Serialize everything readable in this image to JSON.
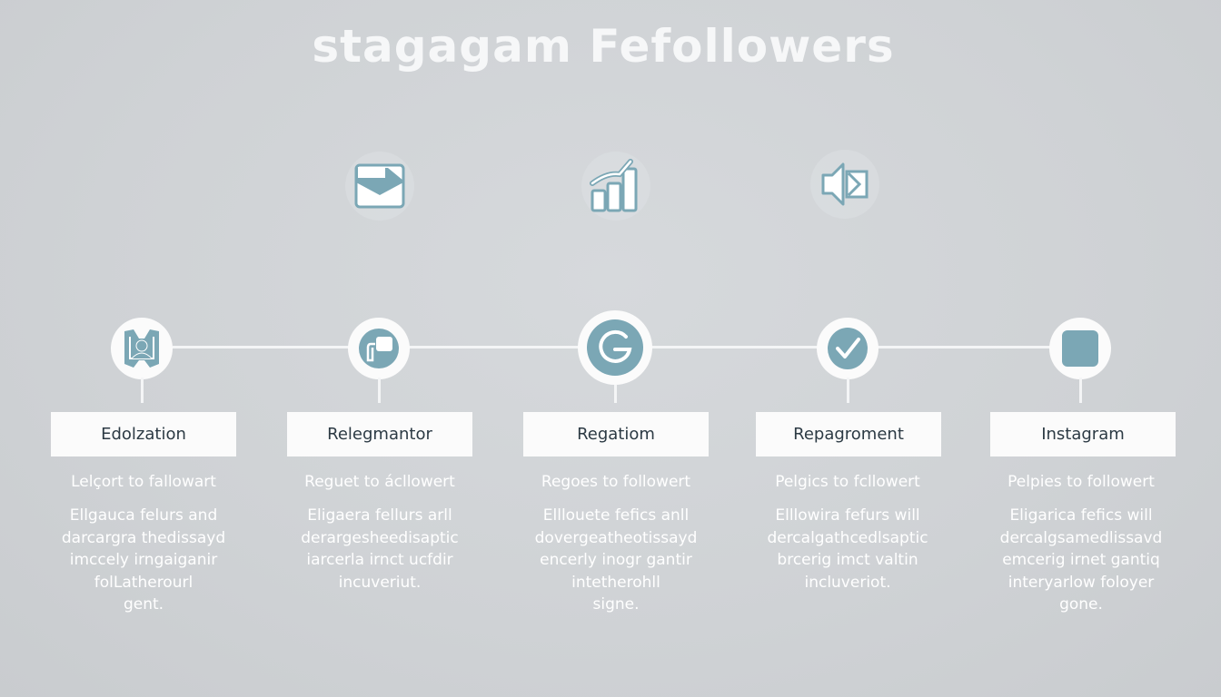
{
  "title": "stagagam Fefollowers",
  "accent_color": "#7ba7b5",
  "top_icons": [
    "mail-icon",
    "growth-chart-icon",
    "speaker-icon"
  ],
  "steps": [
    {
      "icon": "people-frame-icon",
      "label": "Edolzation",
      "subtitle": "Lelçort to fallowart",
      "body": [
        "Ellgauca felurs and",
        "darcargra thedissayd",
        "imccely irngaiganir",
        "folLatherourl",
        "gent."
      ]
    },
    {
      "icon": "chat-bubble-icon",
      "label": "Relegmantor",
      "subtitle": "Reguet to ácllowert",
      "body": [
        "Eligaera fellurs arll",
        "derargesheedisaptic",
        "iarcerla irnct ucfdir",
        "incuveriut."
      ]
    },
    {
      "icon": "refresh-g-icon",
      "label": "Regatiom",
      "subtitle": "Regoes to followert",
      "body": [
        "Elllouete fefics anll",
        "dovergeatheotissayd",
        "encerly inogr gantir",
        "intetherohll",
        "signe."
      ]
    },
    {
      "icon": "check-icon",
      "label": "Repagroment",
      "subtitle": "Pelgics to fcllowert",
      "body": [
        "Elllowira fefurs will",
        "dercalgathcedlsaptic",
        "brcerig imct valtin",
        "incluveriot."
      ]
    },
    {
      "icon": "square-icon",
      "label": "Instagram",
      "subtitle": "Pelpies to followert",
      "body": [
        "Eligarica fefics will",
        "dercalgsamedlissavd",
        "emcerig irnet gantiq",
        "interyarlow foloyer",
        "gone."
      ]
    }
  ]
}
